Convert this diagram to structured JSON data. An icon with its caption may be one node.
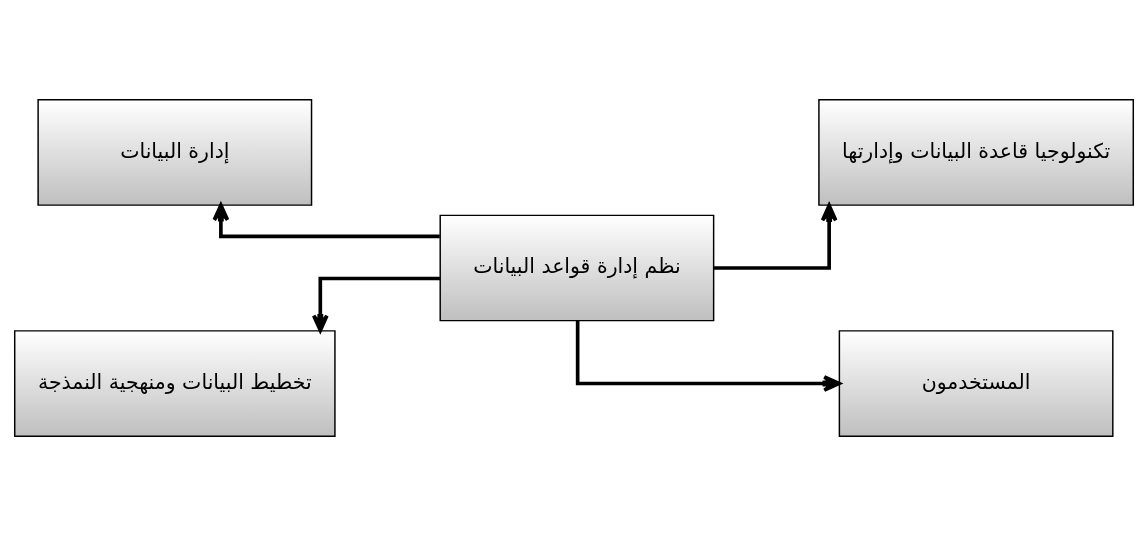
{
  "diagram": {
    "nodes": [
      {
        "text": [
          "تكنولوجيا قاعدة البيانات وإدارتها"
        ]
      },
      {
        "text": [
          "إدارة البيانات"
        ]
      },
      {
        "text": [
          "نظم إدارة قواعد البيانات"
        ]
      },
      {
        "text": [
          "المستخدمون"
        ]
      },
      {
        "text": [
          "تخطيط البيانات ومنهجية النمذجة"
        ]
      }
    ],
    "edges": [
      {
        "from": 2,
        "to": 0,
        "arrow": "to"
      },
      {
        "from": 2,
        "to": 1,
        "arrow": "to"
      },
      {
        "from": 2,
        "to": 3,
        "arrow": "to"
      },
      {
        "from": 2,
        "to": 4,
        "arrow": "to"
      }
    ]
  }
}
